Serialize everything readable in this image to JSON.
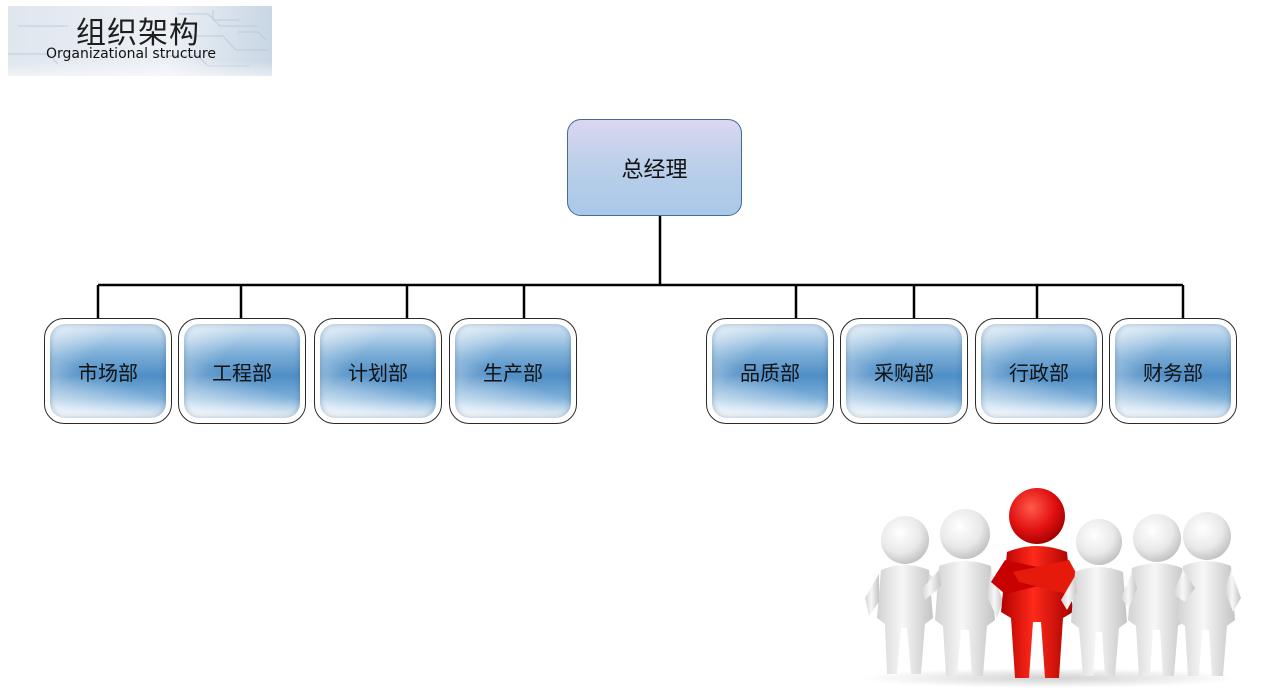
{
  "header": {
    "title": "组织架构",
    "subtitle": "Organizational structure"
  },
  "org": {
    "root": "总经理",
    "departments": [
      "市场部",
      "工程部",
      "计划部",
      "生产部",
      "品质部",
      "采购部",
      "行政部",
      "财务部"
    ]
  },
  "colors": {
    "node_border": "#2a2a2a",
    "dept_blue": "#4f8ec6",
    "root_fill": "#bcd0ea",
    "connector": "#000000",
    "leader_figure": "#e01010",
    "crowd_figure": "#e6e6e6"
  },
  "illustration": {
    "icon": "team-leader-figures-icon"
  }
}
